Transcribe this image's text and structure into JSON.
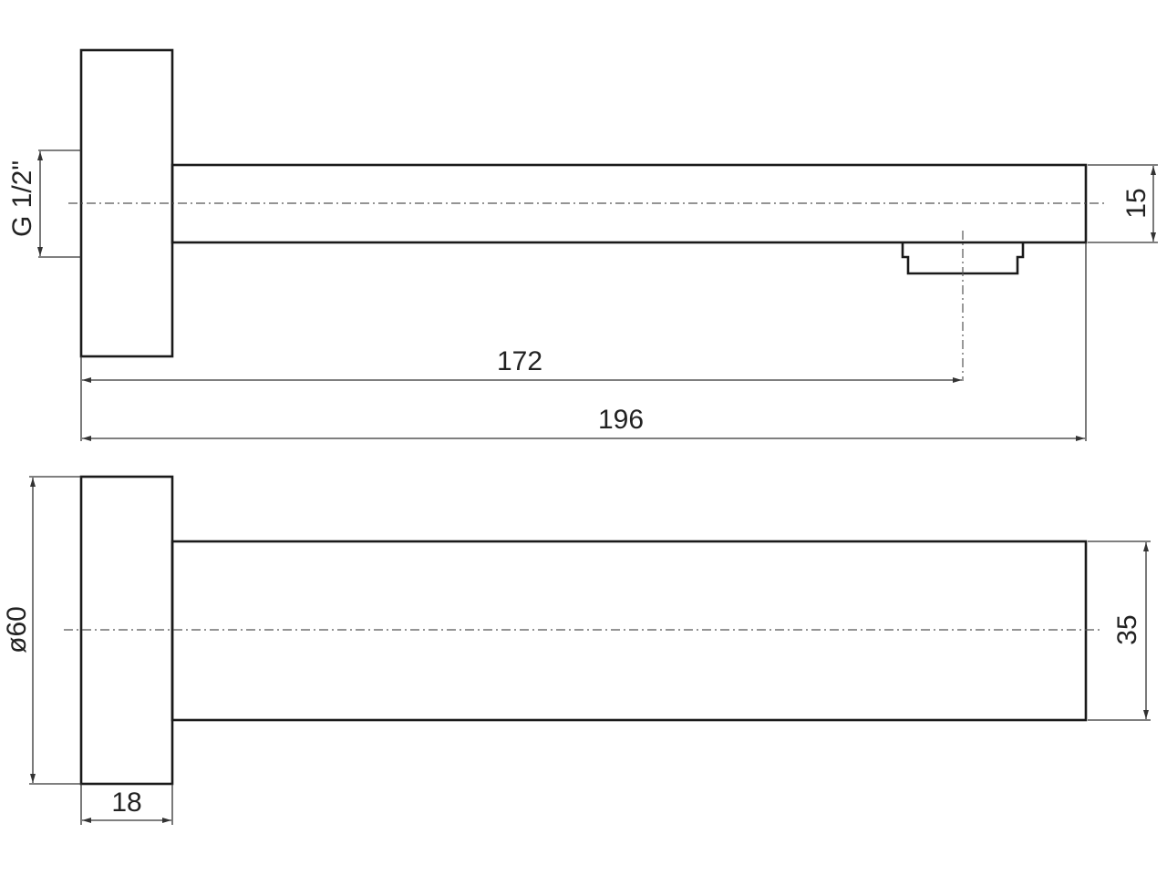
{
  "drawing": {
    "top_view": {
      "thread_label": "G 1/2\"",
      "height_label": "15",
      "nozzle_distance_label": "172",
      "total_length_label": "196"
    },
    "side_view": {
      "flange_diameter_label": "ø60",
      "depth_label": "35",
      "flange_thickness_label": "18"
    },
    "line_color": "#1a1a1a"
  }
}
